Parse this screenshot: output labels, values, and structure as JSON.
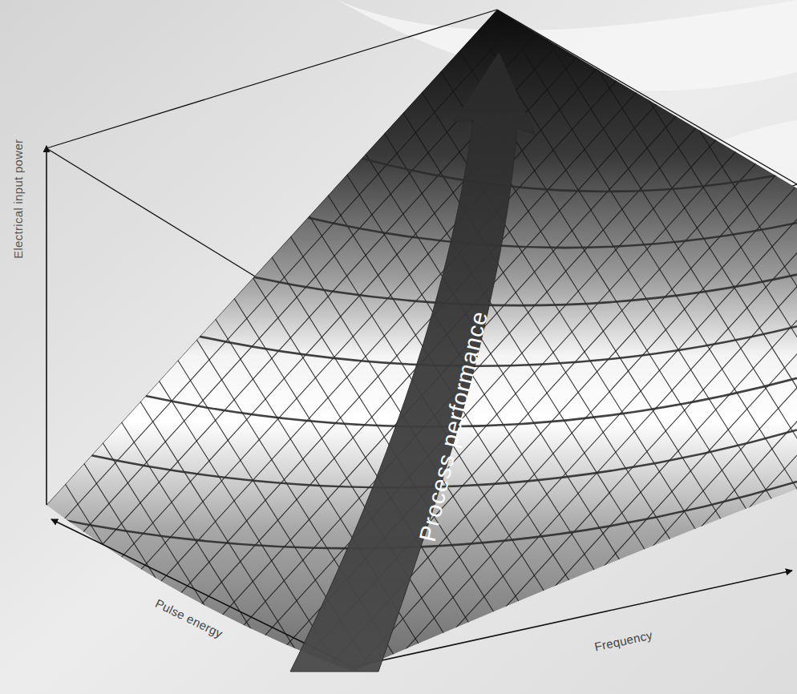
{
  "diagram": {
    "labels": [
      "Electrical input power",
      "Pulse energy",
      "Frequency",
      "Process performance"
    ]
  }
}
